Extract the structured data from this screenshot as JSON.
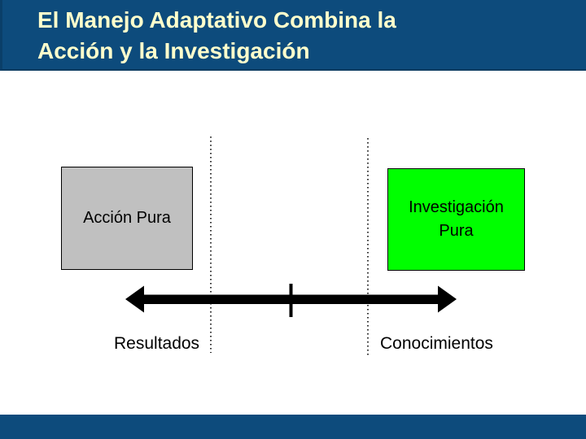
{
  "slide": {
    "title": {
      "line1": "El Manejo Adaptativo Combina la",
      "line2": "Acción y la Investigación"
    }
  },
  "diagram": {
    "left_box": {
      "label": "Acción Pura"
    },
    "right_box": {
      "label": "Investigación Pura"
    },
    "left_axis_label": "Resultados",
    "right_axis_label": "Conocimientos",
    "arrow": {
      "type": "double-headed-horizontal",
      "has_midpoint_tick": true
    },
    "guidelines": "two dotted vertical lines between boxes and arrow labels"
  },
  "colors": {
    "title_bar": "#0d4b7c",
    "footer_bar": "#0d4b7c",
    "title_text": "#ffffcc",
    "left_box_fill": "#c0c0c0",
    "right_box_fill": "#00ff00",
    "box_border": "#000000",
    "arrow": "#000000",
    "dotted_line": "#333333",
    "background": "#ffffff"
  }
}
